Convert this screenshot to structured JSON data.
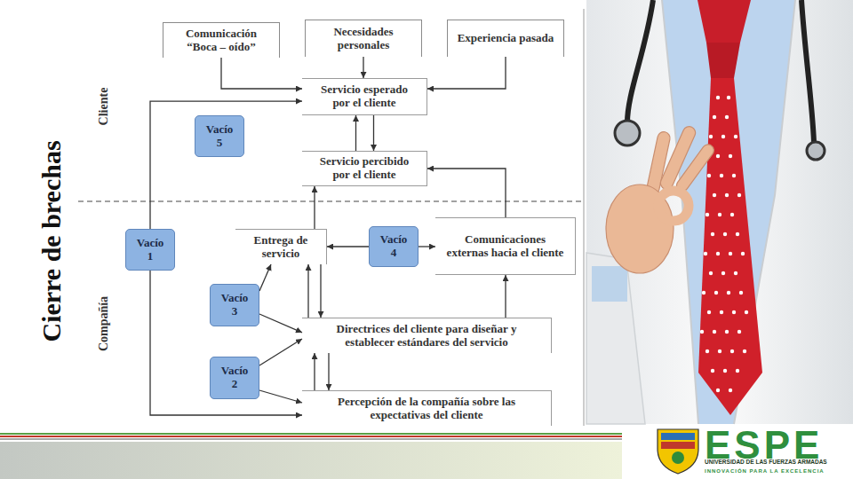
{
  "diagram": {
    "title": "Cierre de brechas",
    "nodes": [
      {
        "text": [
          "Comunicación “Boca – oído”"
        ]
      },
      {
        "text": [
          "Necesidades personales"
        ]
      },
      {
        "text": [
          "Experiencia pasada"
        ]
      },
      {
        "text": [
          "Servicio esperado por el cliente"
        ]
      },
      {
        "text": [
          "Vacío 5"
        ]
      },
      {
        "text": [
          "Servicio percibido por el cliente"
        ]
      },
      {
        "text": [
          "Vacío 1"
        ]
      },
      {
        "text": [
          "Entrega de servicio"
        ]
      },
      {
        "text": [
          "Vacío 4"
        ]
      },
      {
        "text": [
          "Comunicaciones externas hacia el cliente"
        ]
      },
      {
        "text": [
          "Vacío 3"
        ]
      },
      {
        "text": [
          "Directrices del cliente para diseñar y establecer estándares del servicio"
        ]
      },
      {
        "text": [
          "Vacío 2"
        ]
      },
      {
        "text": [
          "Percepción de la compañía sobre las expectativas del cliente"
        ]
      }
    ],
    "edges": [
      {
        "from": 0,
        "to": 3,
        "arrow": "to"
      },
      {
        "from": 1,
        "to": 3,
        "arrow": "to"
      },
      {
        "from": 2,
        "to": 3,
        "arrow": "to"
      },
      {
        "from": 5,
        "to": 3,
        "arrow": "to"
      },
      {
        "from": 3,
        "to": 5,
        "arrow": "to"
      },
      {
        "from": 7,
        "to": 5,
        "arrow": "to"
      },
      {
        "from": 9,
        "to": 5,
        "arrow": "to"
      },
      {
        "from": 8,
        "to": 7,
        "arrow": "to"
      },
      {
        "from": 8,
        "to": 9,
        "arrow": "to"
      },
      {
        "from": 11,
        "to": 7,
        "arrow": "to"
      },
      {
        "from": 7,
        "to": 11,
        "arrow": "to"
      },
      {
        "from": 11,
        "to": 9,
        "arrow": "to"
      },
      {
        "from": 13,
        "to": 11,
        "arrow": "to"
      },
      {
        "from": 11,
        "to": 13,
        "arrow": "to"
      },
      {
        "from": 6,
        "to": 3,
        "arrow": "to"
      },
      {
        "from": 6,
        "to": 13,
        "arrow": "to"
      },
      {
        "from": 10,
        "to": 7,
        "arrow": "to"
      },
      {
        "from": 10,
        "to": 11,
        "arrow": "to"
      },
      {
        "from": 12,
        "to": 11,
        "arrow": "to"
      },
      {
        "from": 12,
        "to": 13,
        "arrow": "to"
      }
    ],
    "labels": [
      "Cliente",
      "Compañía",
      "ESPE",
      "UNIVERSIDAD DE LAS FUERZAS ARMADAS",
      "INNOVACIÓN PARA LA EXCELENCIA"
    ]
  }
}
